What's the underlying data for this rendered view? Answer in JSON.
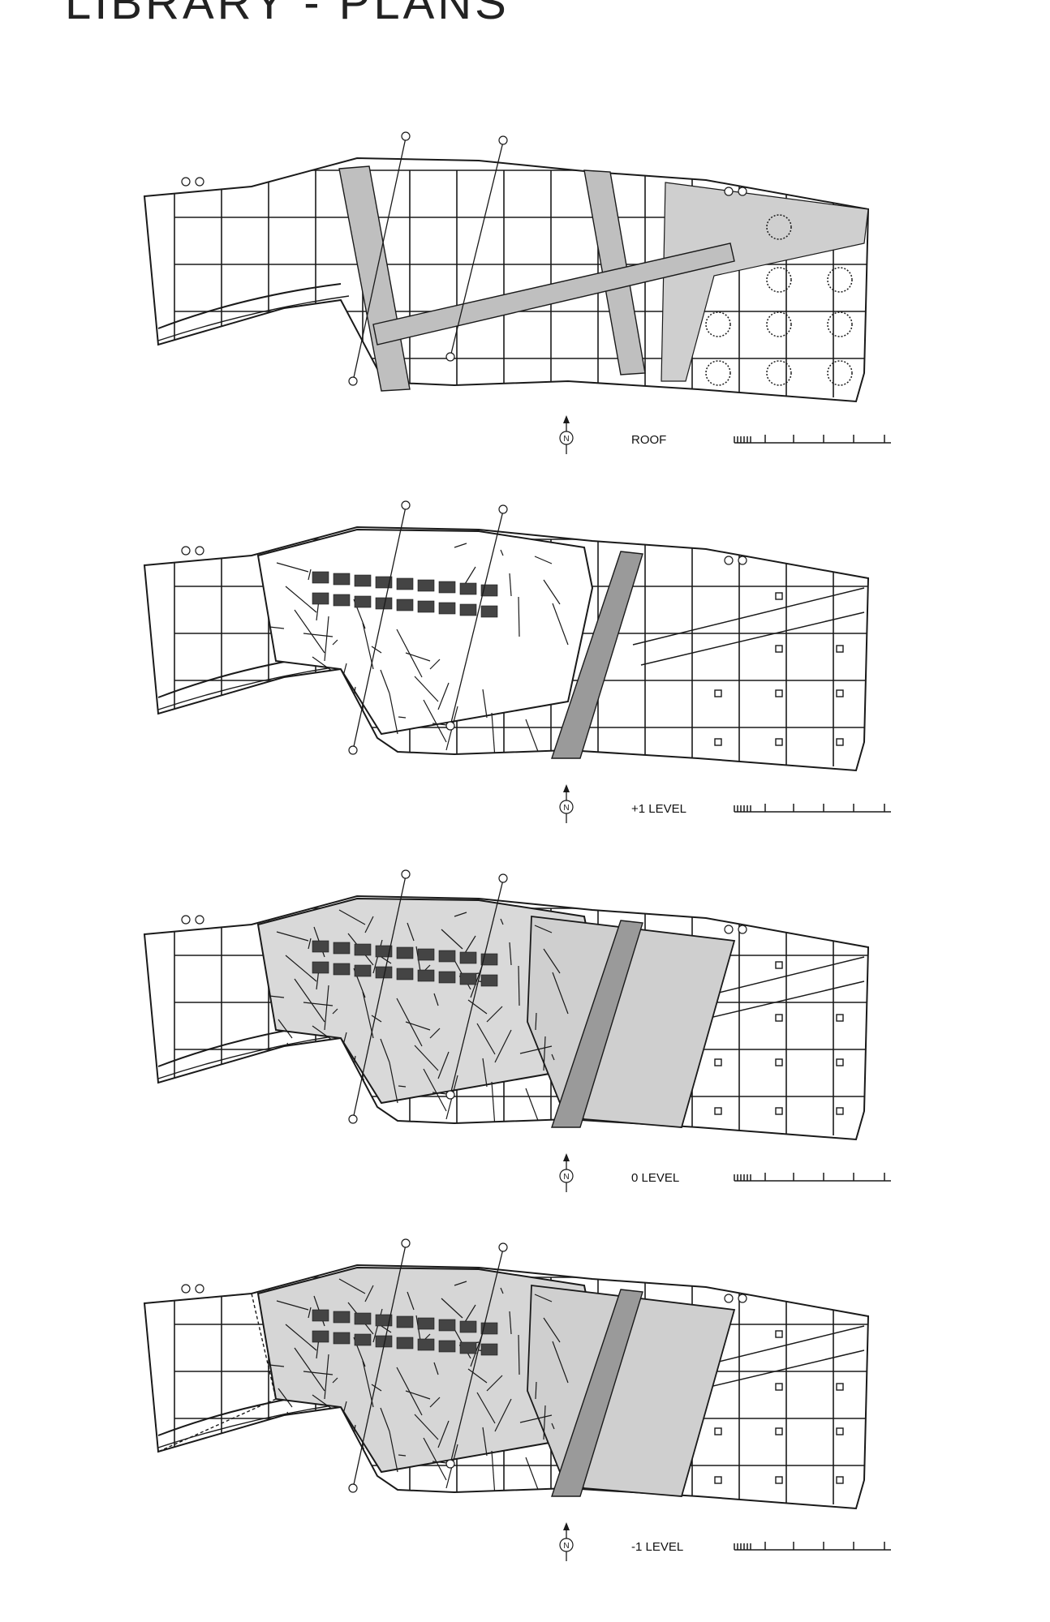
{
  "page": {
    "title": "LIBRARY - PLANS"
  },
  "plans": [
    {
      "id": "roof",
      "label": "ROOF",
      "fill": "#ffffff",
      "infill": "grid",
      "show_chairs": true
    },
    {
      "id": "plus1",
      "label": "+1 LEVEL",
      "fill": "#ffffff",
      "infill": "sparse",
      "show_chairs": false
    },
    {
      "id": "level0",
      "label": "0 LEVEL",
      "fill": "#d9d9d9",
      "infill": "dense",
      "show_chairs": false
    },
    {
      "id": "minus1",
      "label": "-1 LEVEL",
      "fill": "#d6d6d6",
      "infill": "basement",
      "show_chairs": false
    }
  ],
  "symbols": {
    "north_arrow": "north-arrow-icon",
    "north_letter": "N",
    "scale_bar": "scale-bar-icon"
  },
  "colors": {
    "line": "#1a1a1a",
    "shade": "#cfcfcf",
    "dark_shade": "#9a9a9a"
  }
}
